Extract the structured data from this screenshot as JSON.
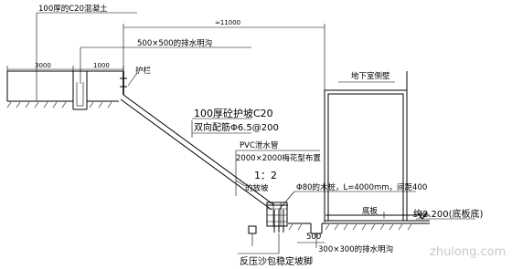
{
  "labels": {
    "concrete_top": "100厚的C20混凝土",
    "ditch_top": "500×500的排水明沟",
    "dim_3000": "3000",
    "dim_1000": "1000",
    "railing": "护栏",
    "dim_total": "≈11000",
    "basement_wall": "地下室侧壁",
    "slope_protection": "100厚砼护坡C20",
    "rebar": "双向配筋Φ6.5@200",
    "pvc_label": "PVC泄水管",
    "pvc_layout": "2000×2000梅花型布置",
    "slope_ratio": "1：2",
    "slope_text": "的放坡",
    "wood_pile": "Φ80的木桩，L=4000mm，间距400",
    "floor_slab": "底板",
    "elevation": "约2.200(底板底)",
    "dim_500": "500",
    "ditch_bottom": "300×300的排水明沟",
    "sandbag": "反压沙包稳定坡脚"
  },
  "watermark": "zhulong.com"
}
